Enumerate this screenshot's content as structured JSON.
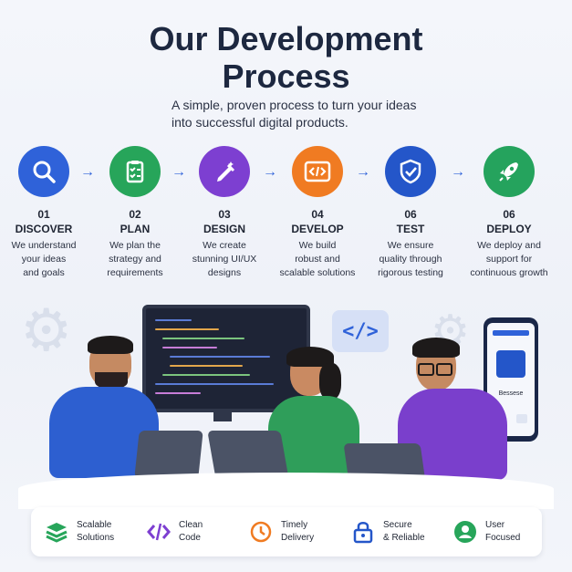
{
  "header": {
    "title_line1": "Our Development",
    "title_line2": "Process",
    "subtitle": "A simple, proven process to turn your ideas into successful digital products."
  },
  "steps": [
    {
      "num": "01",
      "name": "DISCOVER",
      "desc": [
        "We understand",
        "your ideas",
        "and goals"
      ],
      "icon": "search-icon",
      "color": "#2f62d9"
    },
    {
      "num": "02",
      "name": "PLAN",
      "desc": [
        "We plan the",
        "strategy and",
        "requirements"
      ],
      "icon": "clipboard-checklist-icon",
      "color": "#27a55a"
    },
    {
      "num": "03",
      "name": "DESIGN",
      "desc": [
        "We create",
        "stunning UI/UX",
        "designs"
      ],
      "icon": "pencil-icon",
      "color": "#7d3fd1"
    },
    {
      "num": "04",
      "name": "DEVELOP",
      "desc": [
        "We build",
        "robust and",
        "scalable solutions"
      ],
      "icon": "code-icon",
      "color": "#f07b22"
    },
    {
      "num": "06",
      "name": "TEST",
      "desc": [
        "We ensure",
        "quality through",
        "rigorous testing"
      ],
      "icon": "shield-check-icon",
      "color": "#2456c9"
    },
    {
      "num": "06",
      "name": "DEPLOY",
      "desc": [
        "We deploy and",
        "support for",
        "continuous growth"
      ],
      "icon": "rocket-icon",
      "color": "#25a35d"
    }
  ],
  "scene": {
    "code_symbol": "</>",
    "phone_label": "Bessese"
  },
  "features": [
    {
      "line1": "Scalable",
      "line2": "Solutions",
      "icon": "stacked-layers-icon",
      "color": "#27a55a"
    },
    {
      "line1": "Clean",
      "line2": "Code",
      "icon": "code-icon",
      "color": "#7d3fd1"
    },
    {
      "line1": "Timely",
      "line2": "Delivery",
      "icon": "clock-icon",
      "color": "#f07b22"
    },
    {
      "line1": "Secure",
      "line2": "& Reliable",
      "icon": "lock-icon",
      "color": "#2456c9"
    },
    {
      "line1": "User",
      "line2": "Focused",
      "icon": "user-icon",
      "color": "#27a55a"
    }
  ]
}
